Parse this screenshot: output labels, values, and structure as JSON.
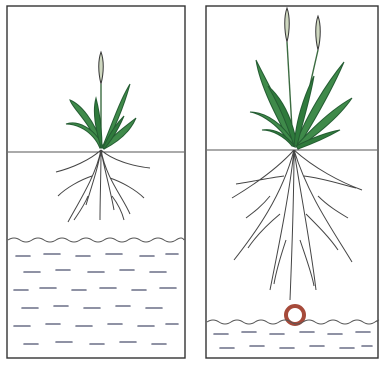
{
  "figure": {
    "panels": [
      {
        "id": "left",
        "plant": {
          "spikes": 1,
          "root_depth": "shallow"
        },
        "water_table": "high"
      },
      {
        "id": "right",
        "plant": {
          "spikes": 2,
          "root_depth": "deep"
        },
        "water_table": "low",
        "marker": true
      }
    ],
    "colors": {
      "outline": "#333333",
      "leaf": "#3f8a4a",
      "leaf_dark": "#245c32",
      "spike": "#cfd8c0",
      "root": "#444444",
      "water": "#6a6f86",
      "marker": "#a64a3a"
    }
  }
}
